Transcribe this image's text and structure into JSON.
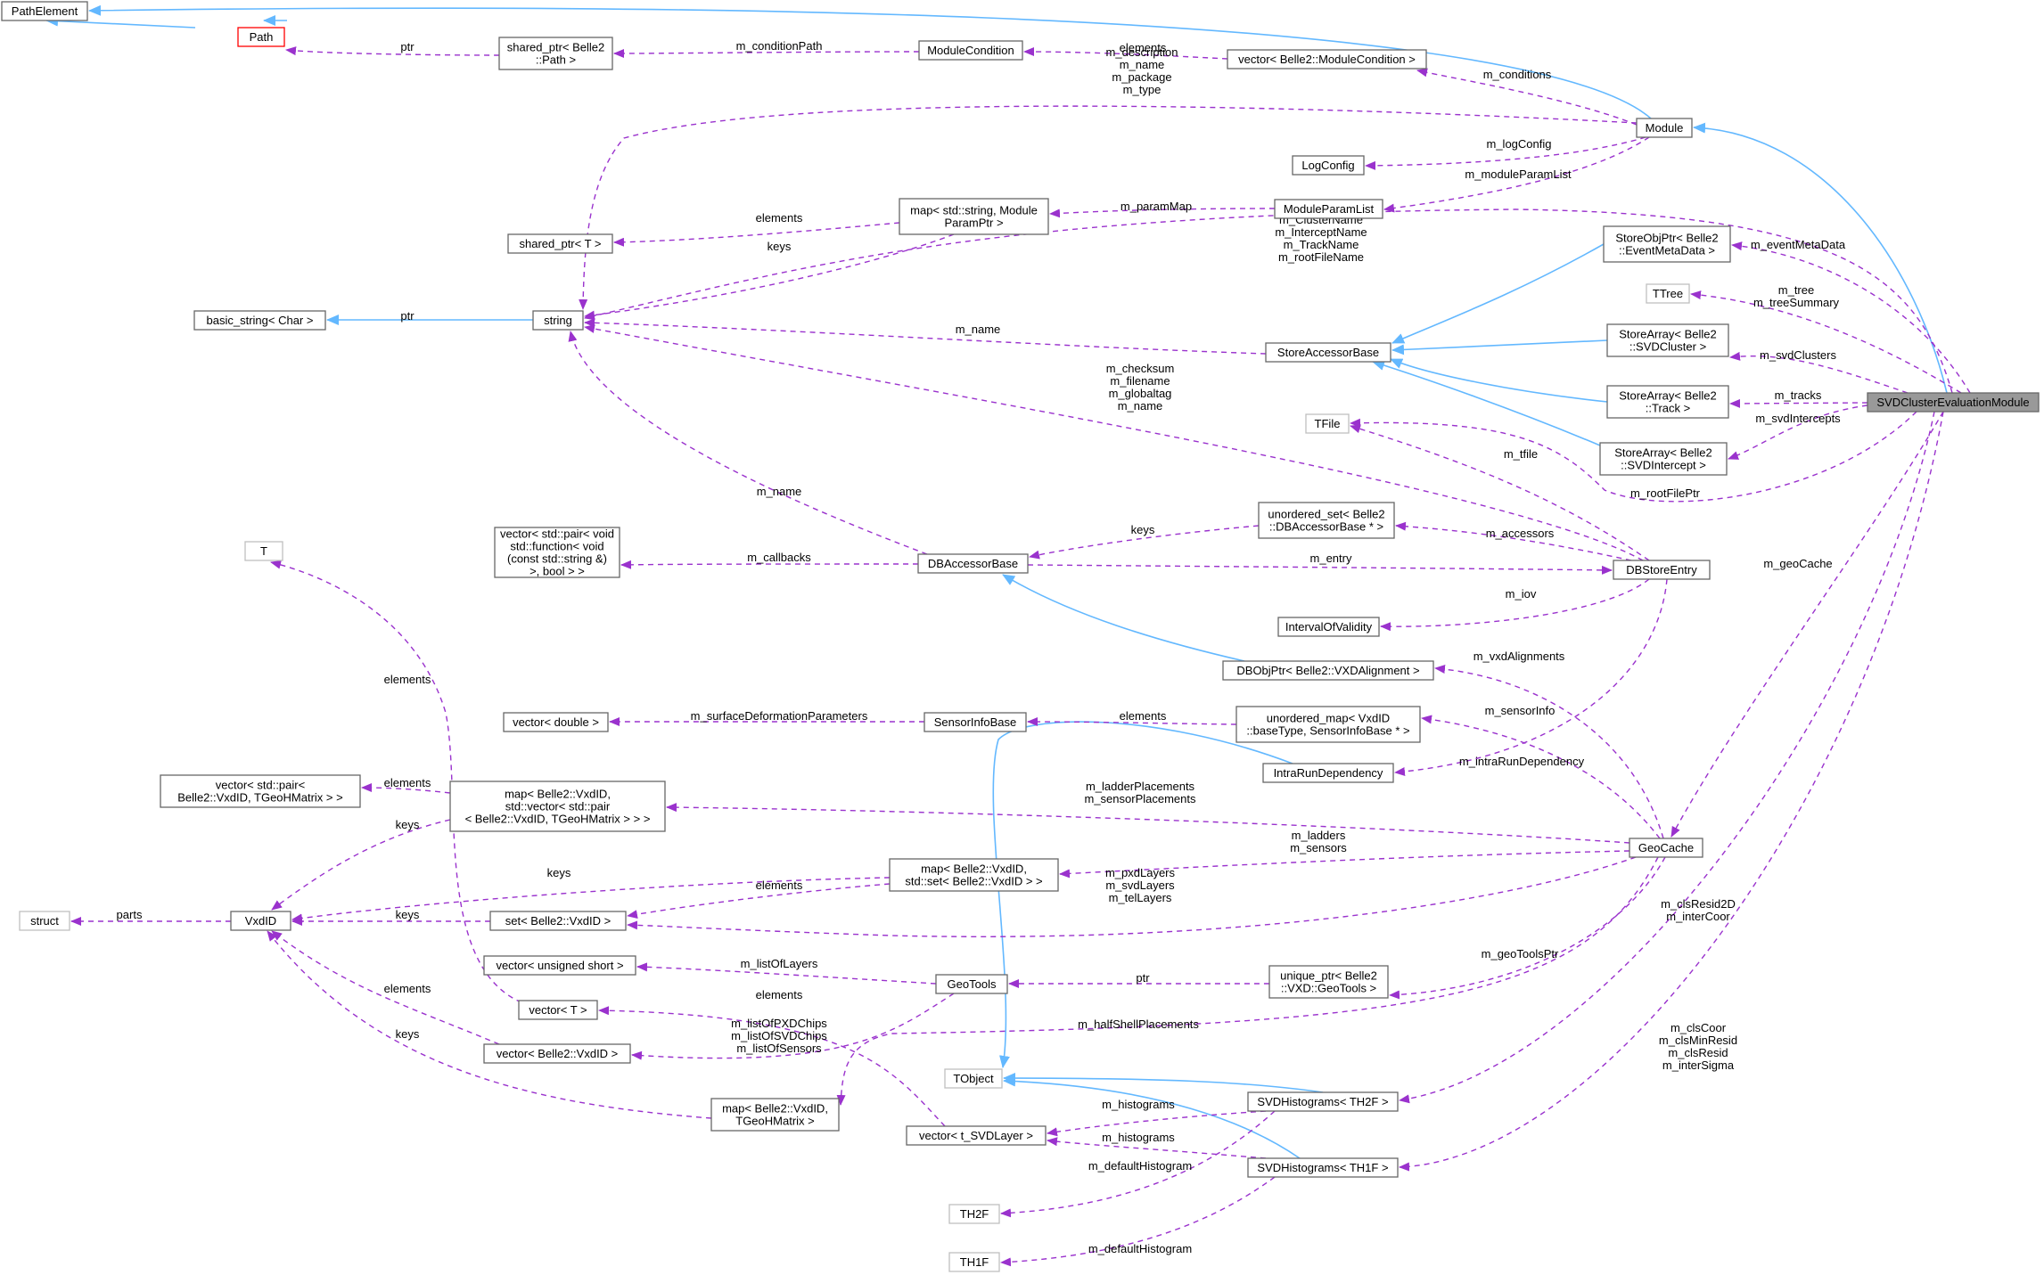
{
  "colors": {
    "inheritance_edge": "#63b8ff",
    "usage_edge": "#9a32cd",
    "node_border": "#666666",
    "external_border": "#bfbfbf",
    "undocumented_border": "#ff0000",
    "focus_fill": "#999999"
  },
  "nodes": {
    "pathelement": [
      "PathElement"
    ],
    "path": [
      "Path"
    ],
    "shared_ptr_path": [
      "shared_ptr< Belle2",
      "::Path >"
    ],
    "modulecondition": [
      "ModuleCondition"
    ],
    "vector_modulecondition": [
      "vector< Belle2::ModuleCondition >"
    ],
    "module": [
      "Module"
    ],
    "logconfig": [
      "LogConfig"
    ],
    "moduleparamlist": [
      "ModuleParamList"
    ],
    "map_param": [
      "map< std::string, Module",
      "ParamPtr >"
    ],
    "shared_ptr_t": [
      "shared_ptr< T >"
    ],
    "basic_string": [
      "basic_string< Char >"
    ],
    "string": [
      "string"
    ],
    "storeobjptr": [
      "StoreObjPtr< Belle2",
      "::EventMetaData >"
    ],
    "ttree": [
      "TTree"
    ],
    "storeaccessorbase": [
      "StoreAccessorBase"
    ],
    "storearray_svdcluster": [
      "StoreArray< Belle2",
      "::SVDCluster >"
    ],
    "storearray_track": [
      "StoreArray< Belle2",
      "::Track >"
    ],
    "svdclusterevaluationmodule": [
      "SVDClusterEvaluationModule"
    ],
    "tfile": [
      "TFile"
    ],
    "storearray_svdintercept": [
      "StoreArray< Belle2",
      "::SVDIntercept >"
    ],
    "t": [
      "T"
    ],
    "unordered_set": [
      "unordered_set< Belle2",
      "::DBAccessorBase * >"
    ],
    "vector_pair_function": [
      "vector< std::pair< void",
      "std::function< void",
      "(const std::string &)",
      ">, bool > >"
    ],
    "dbaccessorbase": [
      "DBAccessorBase"
    ],
    "dbstoreentry": [
      "DBStoreEntry"
    ],
    "intervalofvalidity": [
      "IntervalOfValidity"
    ],
    "dbobjptr": [
      "DBObjPtr< Belle2::VXDAlignment >"
    ],
    "vector_double": [
      "vector< double >"
    ],
    "sensorinfobase": [
      "SensorInfoBase"
    ],
    "unordered_map": [
      "unordered_map< VxdID",
      "::baseType, SensorInfoBase * >"
    ],
    "intrarundependency": [
      "IntraRunDependency"
    ],
    "vector_pair_geohmatrix": [
      "vector< std::pair<",
      "Belle2::VxdID, TGeoHMatrix > >"
    ],
    "map_vxdid_vector": [
      "map< Belle2::VxdID,",
      "std::vector< std::pair",
      "< Belle2::VxdID, TGeoHMatrix > > >"
    ],
    "geocache": [
      "GeoCache"
    ],
    "struct": [
      "struct"
    ],
    "vxdid": [
      "VxdID"
    ],
    "map_vxdid_set": [
      "map< Belle2::VxdID,",
      "std::set< Belle2::VxdID > >"
    ],
    "set_vxdid": [
      "set< Belle2::VxdID >"
    ],
    "vector_ushort": [
      "vector< unsigned short >"
    ],
    "geotools": [
      "GeoTools"
    ],
    "unique_ptr_geotools": [
      "unique_ptr< Belle2",
      "::VXD::GeoTools >"
    ],
    "vector_t": [
      "vector< T >"
    ],
    "vector_vxdid": [
      "vector< Belle2::VxdID >"
    ],
    "tobject": [
      "TObject"
    ],
    "svdhistograms_th2f": [
      "SVDHistograms< TH2F >"
    ],
    "map_vxdid_geohmatrix": [
      "map< Belle2::VxdID,",
      "TGeoHMatrix >"
    ],
    "vector_svdlayer": [
      "vector< t_SVDLayer >"
    ],
    "svdhistograms_th1f": [
      "SVDHistograms< TH1F >"
    ],
    "th2f": [
      "TH2F"
    ],
    "th1f": [
      "TH1F"
    ]
  },
  "edge_labels": {
    "ptr_path": [
      "ptr"
    ],
    "m_conditionpath": [
      "m_conditionPath"
    ],
    "elements_modcond": [
      "elements"
    ],
    "m_conditions": [
      "m_conditions"
    ],
    "module_strings": [
      "m_description",
      "m_name",
      "m_package",
      "m_type"
    ],
    "m_logconfig": [
      "m_logConfig"
    ],
    "m_moduleparamlist": [
      "m_moduleParamList"
    ],
    "m_parammap": [
      "m_paramMap"
    ],
    "elements_sharedptr": [
      "elements"
    ],
    "keys_string": [
      "keys"
    ],
    "svd_strings": [
      "m_ClusterName",
      "m_InterceptName",
      "m_TrackName",
      "m_rootFileName"
    ],
    "m_eventmetadata": [
      "m_eventMetaData"
    ],
    "ptr_string": [
      "ptr"
    ],
    "m_name_sab": [
      "m_name"
    ],
    "m_tree": [
      "m_tree",
      "m_treeSummary"
    ],
    "m_svdclusters": [
      "m_svdClusters"
    ],
    "db_strings": [
      "m_checksum",
      "m_filename",
      "m_globaltag",
      "m_name"
    ],
    "m_tracks": [
      "m_tracks"
    ],
    "m_svdintercepts": [
      "m_svdIntercepts"
    ],
    "m_tfile": [
      "m_tfile"
    ],
    "m_rootfileptr": [
      "m_rootFilePtr"
    ],
    "m_name_dbab": [
      "m_name"
    ],
    "keys_dbab": [
      "keys"
    ],
    "m_accessors": [
      "m_accessors"
    ],
    "m_geocache": [
      "m_geoCache"
    ],
    "m_callbacks": [
      "m_callbacks"
    ],
    "m_entry": [
      "m_entry"
    ],
    "m_iov": [
      "m_iov"
    ],
    "elements_t": [
      "elements"
    ],
    "m_vxdalignments": [
      "m_vxdAlignments"
    ],
    "m_surfacedeformation": [
      "m_surfaceDeformationParameters"
    ],
    "elements_sensorinfo": [
      "elements"
    ],
    "m_sensorinfo": [
      "m_sensorInfo"
    ],
    "m_intrarundependency": [
      "m_intraRunDependency"
    ],
    "elements_pairvec": [
      "elements"
    ],
    "m_ladderplacements": [
      "m_ladderPlacements",
      "m_sensorPlacements"
    ],
    "keys_mapvec": [
      "keys"
    ],
    "m_ladders": [
      "m_ladders",
      "m_sensors"
    ],
    "keys_mapset": [
      "keys"
    ],
    "parts": [
      "parts"
    ],
    "elements_mapset": [
      "elements"
    ],
    "keys_set": [
      "keys"
    ],
    "m_layers": [
      "m_pxdLayers",
      "m_svdLayers",
      "m_telLayers"
    ],
    "m_clsresid2d": [
      "m_clsResid2D",
      "m_interCoor"
    ],
    "m_listoflayers": [
      "m_listOfLayers"
    ],
    "ptr_geotools": [
      "ptr"
    ],
    "m_geotoolsptr": [
      "m_geoToolsPtr"
    ],
    "elements_vecvxdid": [
      "elements"
    ],
    "elements_vect": [
      "elements"
    ],
    "m_halfshell": [
      "m_halfShellPlacements"
    ],
    "m_lists": [
      "m_listOfPXDChips",
      "m_listOfSVDChips",
      "m_listOfSensors"
    ],
    "m_clscoor": [
      "m_clsCoor",
      "m_clsMinResid",
      "m_clsResid",
      "m_interSigma"
    ],
    "keys_geohmatrix": [
      "keys"
    ],
    "m_histograms_2f": [
      "m_histograms"
    ],
    "m_histograms_1f": [
      "m_histograms"
    ],
    "m_defaulthist_2f": [
      "m_defaultHistogram"
    ],
    "m_defaulthist_1f": [
      "m_defaultHistogram"
    ]
  }
}
